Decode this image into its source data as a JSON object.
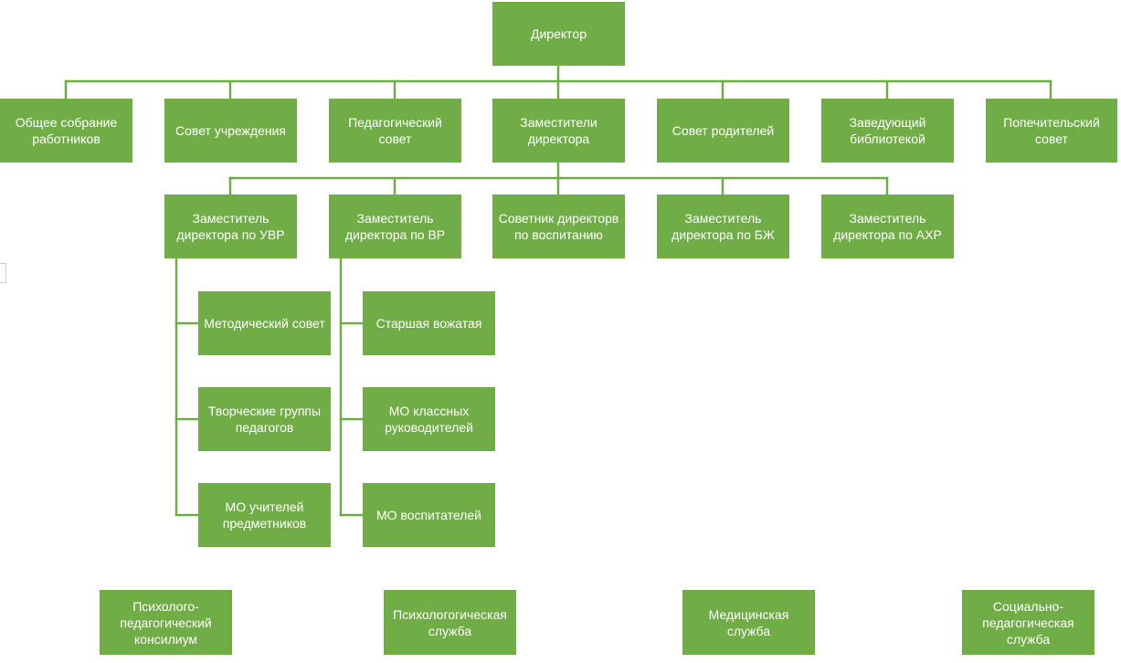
{
  "colors": {
    "box_fill": "#70ad47",
    "line": "#70ad47",
    "text": "#ffffff"
  },
  "nodes": {
    "director": "Директор",
    "general_meeting": "Общее собрание\nработников",
    "institution_council": "Совет учреждения",
    "pedagogical_council": "Педагогический\nсовет",
    "deputy_directors": "Заместители\nдиректора",
    "parents_council": "Совет родителей",
    "library_head": "Заведующий\nбиблиотекой",
    "trustee_council": "Попечительский\nсовет",
    "deputy_uvr": "Заместитель\nдиректора по УВР",
    "deputy_vr": "Заместитель\nдиректора по ВР",
    "advisor_upbringing": "Советник директорв\nпо воспитанию",
    "deputy_bzh": "Заместитель\nдиректора по БЖ",
    "deputy_ahr": "Заместитель\nдиректора по АХР",
    "methodical_council": "Методический совет",
    "creative_groups": "Творческие группы\nпедагогов",
    "mo_subject_teachers": "МО учителей\nпредметников",
    "senior_counselor": "Старшая вожатая",
    "mo_class_teachers": "МО классных\nруководителей",
    "mo_educators": "МО воспитателей",
    "ppk": "Психолого-\nпедагогический\nконсилиум",
    "psych_service": "Психологогическая\nслужба",
    "medical_service": "Медицинская\nслужба",
    "social_service": "Социально-\nпедагогическая\nслужба"
  }
}
